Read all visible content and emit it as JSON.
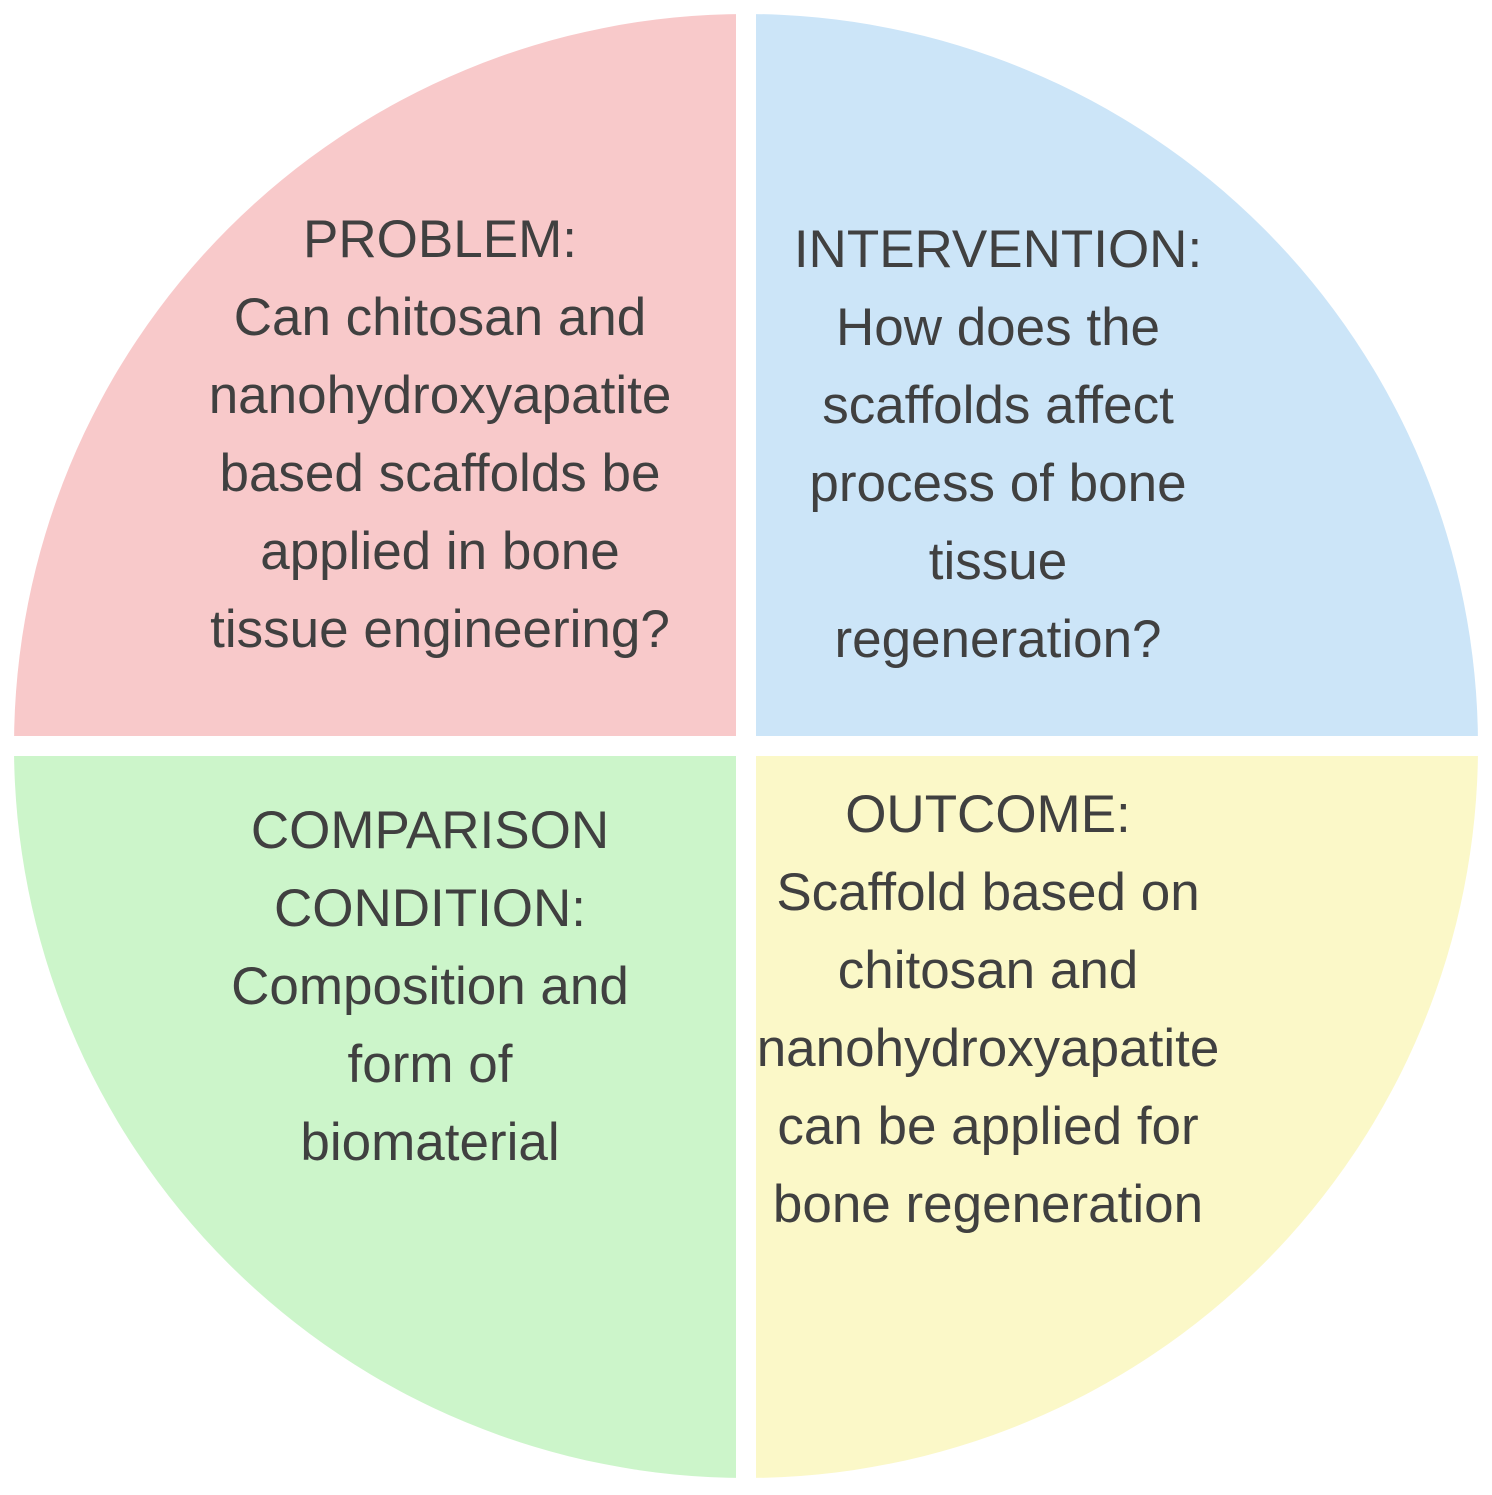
{
  "diagram": {
    "background_color": "#ffffff",
    "text_color": "#404040",
    "quadrants": [
      {
        "name": "problem",
        "position": "top-left",
        "fill_color": "#f8c9ca",
        "lines": [
          "PROBLEM:",
          "Can chitosan and",
          "nanohydroxyapatite",
          "based scaffolds be",
          "applied in bone",
          "tissue engineering?"
        ]
      },
      {
        "name": "intervention",
        "position": "top-right",
        "fill_color": "#cce5f8",
        "lines": [
          "INTERVENTION:",
          "How does the",
          "scaffolds affect",
          "process of bone",
          "tissue",
          "regeneration?"
        ]
      },
      {
        "name": "comparison-condition",
        "position": "bottom-left",
        "fill_color": "#ccf5ca",
        "lines": [
          "COMPARISON",
          "CONDITION:",
          "Composition and",
          "form of",
          "biomaterial"
        ]
      },
      {
        "name": "outcome",
        "position": "bottom-right",
        "fill_color": "#fbf8c8",
        "lines": [
          "OUTCOME:",
          "Scaffold based on",
          "chitosan and",
          "nanohydroxyapatite",
          "can be applied for",
          "bone regeneration"
        ]
      }
    ]
  }
}
